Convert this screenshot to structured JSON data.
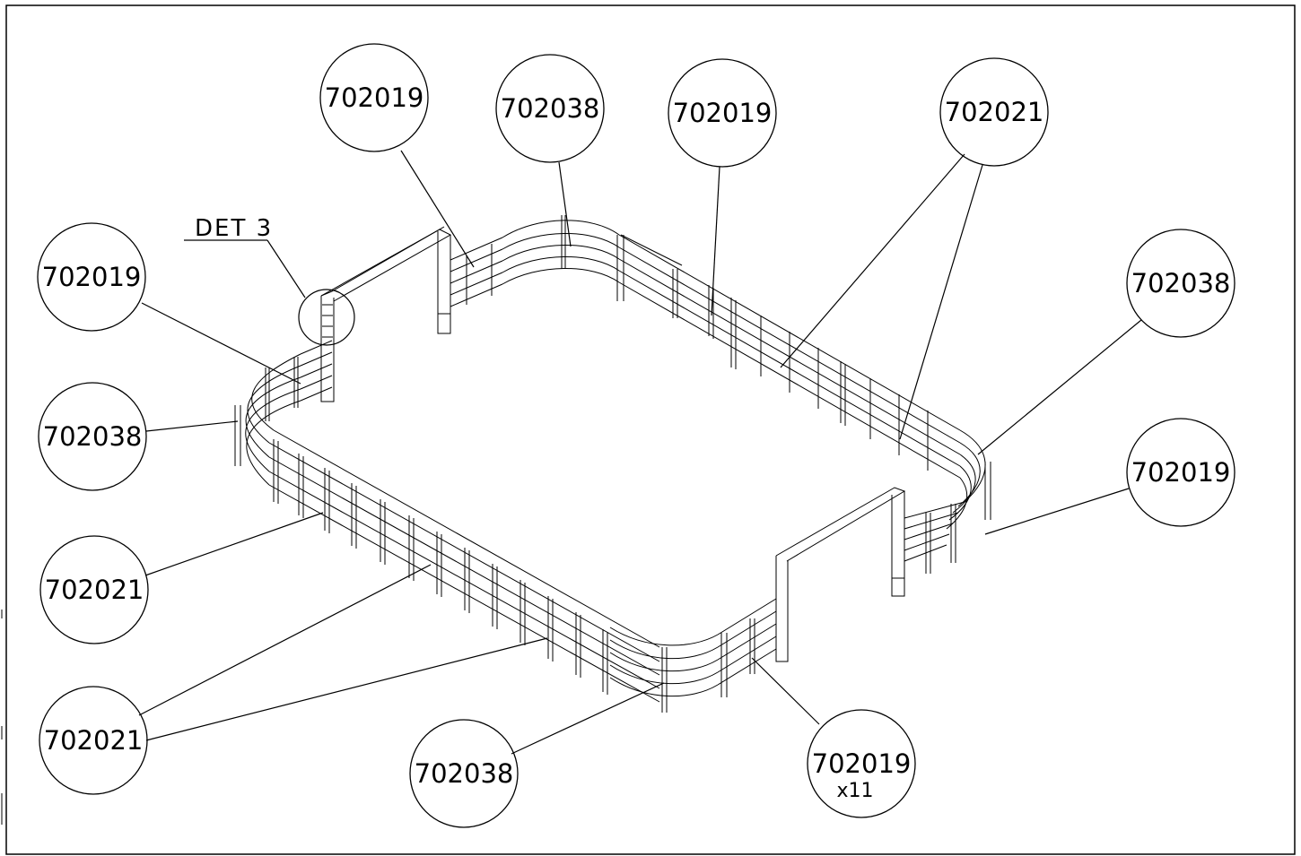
{
  "detail_label": "DET 3",
  "balloons": [
    {
      "id": "b1",
      "part": "702019"
    },
    {
      "id": "b2",
      "part": "702038"
    },
    {
      "id": "b3",
      "part": "702019"
    },
    {
      "id": "b4",
      "part": "702021"
    },
    {
      "id": "b5",
      "part": "702019"
    },
    {
      "id": "b6",
      "part": "702038"
    },
    {
      "id": "b7",
      "part": "702038"
    },
    {
      "id": "b8",
      "part": "702019"
    },
    {
      "id": "b9",
      "part": "702021"
    },
    {
      "id": "b10",
      "part": "702021"
    },
    {
      "id": "b11",
      "part": "702038"
    },
    {
      "id": "b12",
      "part": "702019",
      "qty": "x11"
    }
  ]
}
